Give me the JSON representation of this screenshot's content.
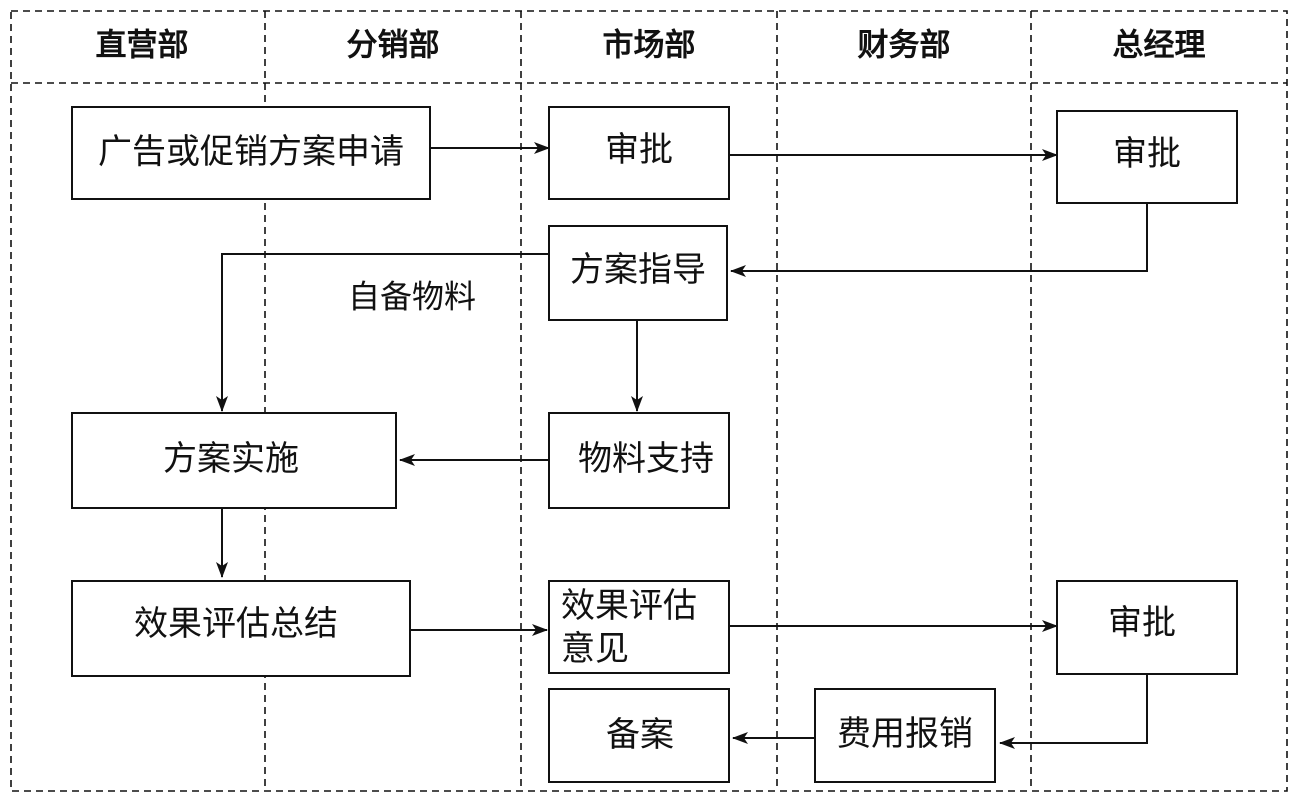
{
  "lanes": [
    {
      "id": "direct",
      "label": "直营部"
    },
    {
      "id": "distribution",
      "label": "分销部"
    },
    {
      "id": "marketing",
      "label": "市场部"
    },
    {
      "id": "finance",
      "label": "财务部"
    },
    {
      "id": "gm",
      "label": "总经理"
    }
  ],
  "nodes": {
    "apply": {
      "lines": [
        "广告或促销方案申请"
      ]
    },
    "mkt_approve": {
      "lines": [
        "审批"
      ]
    },
    "gm_approve1": {
      "lines": [
        "审批"
      ]
    },
    "guidance": {
      "lines": [
        "方案指导"
      ]
    },
    "implement": {
      "lines": [
        "方案实施"
      ]
    },
    "material": {
      "lines": [
        "物料支持"
      ]
    },
    "summary": {
      "lines": [
        "效果评估总结"
      ]
    },
    "opinion": {
      "lines": [
        "效果评估",
        "意见"
      ]
    },
    "gm_approve2": {
      "lines": [
        "审批"
      ]
    },
    "archive": {
      "lines": [
        "备案"
      ]
    },
    "reimburse": {
      "lines": [
        "费用报销"
      ]
    }
  },
  "labels": {
    "self_materials": "自备物料"
  },
  "edges": [
    {
      "from": "apply",
      "to": "mkt_approve"
    },
    {
      "from": "mkt_approve",
      "to": "gm_approve1"
    },
    {
      "from": "gm_approve1",
      "to": "guidance"
    },
    {
      "from": "guidance",
      "to": "implement",
      "label": "自备物料"
    },
    {
      "from": "guidance",
      "to": "material"
    },
    {
      "from": "material",
      "to": "implement"
    },
    {
      "from": "implement",
      "to": "summary"
    },
    {
      "from": "summary",
      "to": "opinion"
    },
    {
      "from": "opinion",
      "to": "gm_approve2"
    },
    {
      "from": "gm_approve2",
      "to": "reimburse"
    },
    {
      "from": "reimburse",
      "to": "archive"
    }
  ]
}
